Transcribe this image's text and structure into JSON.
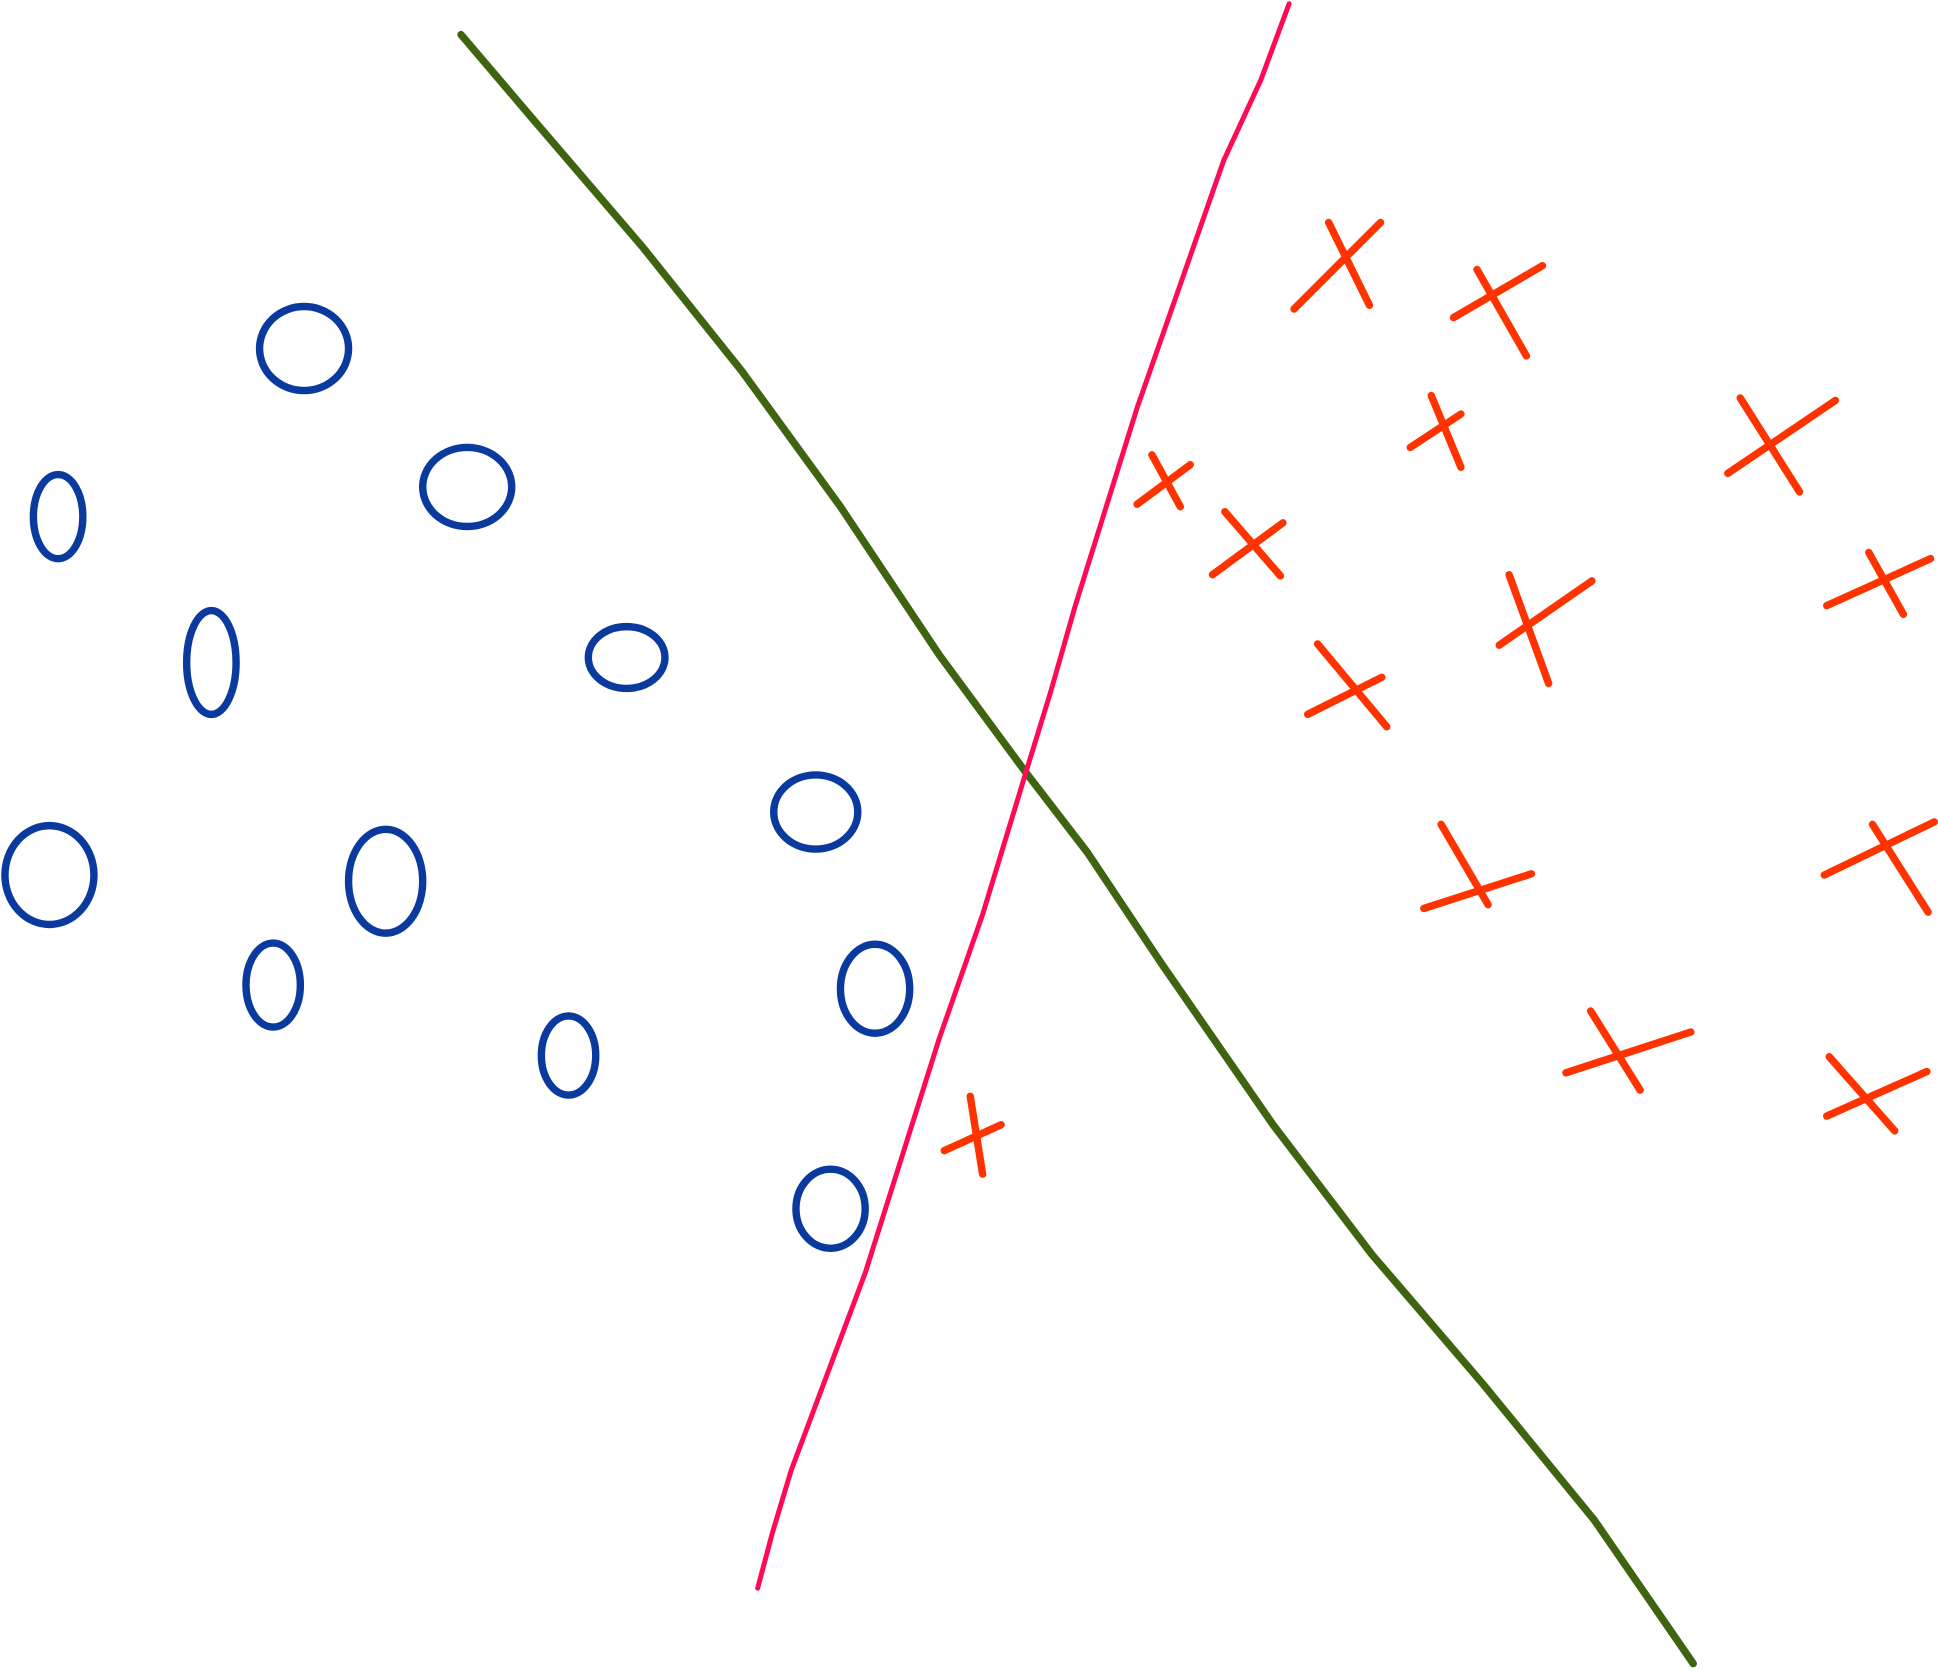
{
  "diagram": {
    "colors": {
      "class_o": "#0a3a9e",
      "class_x": "#ff3300",
      "boundary_green": "#3f6410",
      "boundary_pink": "#ff0a55",
      "background": "#ffffff"
    },
    "marker_types": [
      "circle",
      "cross"
    ],
    "class_o_count": 12,
    "class_x_count": 14,
    "boundary_count": 2
  }
}
